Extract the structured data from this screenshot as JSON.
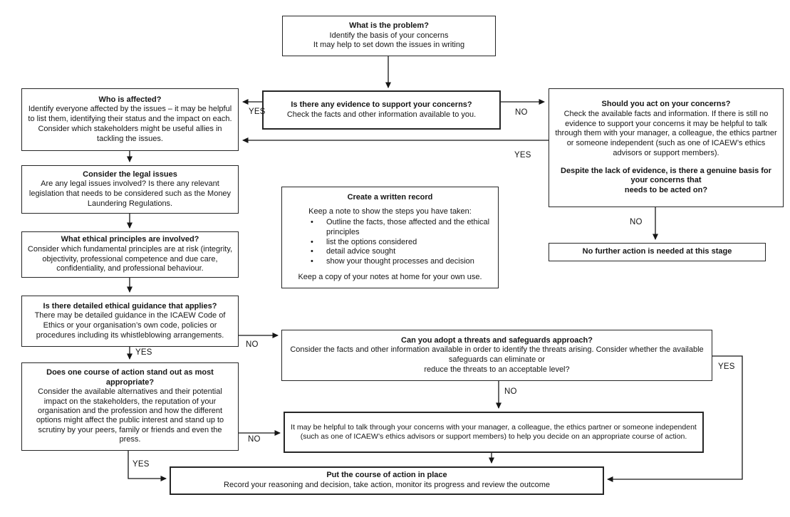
{
  "nodes": {
    "problem": {
      "title": "What is the problem?",
      "body": "Identify the basis of your concerns\nIt may help to set down the issues in writing"
    },
    "evidence": {
      "title": "Is there any evidence to support your concerns?",
      "body": "Check the facts and other information available to you."
    },
    "who": {
      "title": "Who is affected?",
      "body": "Identify everyone affected by the issues – it may be helpful to list them, identifying their status and the impact on each. Consider which stakeholders might be useful allies in tackling the issues."
    },
    "should": {
      "title": "Should you act on your concerns?",
      "body": "Check the available facts and information. If there is still no evidence to support your concerns it may be helpful to talk through them with your manager, a colleague, the ethics partner or someone independent (such as one of ICAEW’s ethics advisors or support members).",
      "question": "Despite the lack of evidence, is there a genuine basis for your concerns that\nneeds to be acted on?"
    },
    "legal": {
      "title": "Consider the legal issues",
      "body": "Are any legal issues involved? Is there any relevant legislation that needs to be considered such as the Money Laundering Regulations."
    },
    "principles": {
      "title": "What ethical principles are involved?",
      "body": "Consider which fundamental principles are at risk (integrity, objectivity, professional competence and due care, confidentiality, and professional behaviour."
    },
    "guidance": {
      "title": "Is there detailed ethical guidance that applies?",
      "body": "There may be detailed guidance in the ICAEW Code of Ethics or your organisation’s own code, policies or procedures including its whistleblowing arrangements."
    },
    "course": {
      "title": "Does one course of action stand out as most appropriate?",
      "body": "Consider the available alternatives and their potential impact on the stakeholders, the reputation of your organisation and the profession and how the different options might affect the public interest and stand up to scrutiny by your peers, family or friends and even the press."
    },
    "record": {
      "title": "Create a written record",
      "intro": "Keep a note to show the steps you have taken:",
      "bullets": [
        "Outline the facts, those affected and the ethical principles",
        "list the options considered",
        "detail advice sought",
        "show your thought processes and decision"
      ],
      "footer": "Keep a copy of your notes at home for your own use."
    },
    "threats": {
      "title": "Can you adopt a threats and safeguards approach?",
      "body": "Consider the facts and other information available in order to identify the threats arising. Consider whether the available safeguards can eliminate or\nreduce the threats to an acceptable level?"
    },
    "talk": {
      "body": "It may be helpful to talk through your concerns with your manager, a colleague, the ethics partner or someone independent (such as one of ICAEW’s ethics advisors or support members) to help you decide on an appropriate course of action."
    },
    "put": {
      "title": "Put the course of action in place",
      "body": "Record your reasoning and decision, take action, monitor its progress and review the outcome"
    },
    "no_further": {
      "title": "No further action is needed at this stage"
    }
  },
  "edge_labels": {
    "evidence_yes": "YES",
    "evidence_no": "NO",
    "act_return_yes": "YES",
    "act_no": "NO",
    "guidance_no": "NO",
    "guidance_yes": "YES",
    "course_no": "NO",
    "course_yes": "YES",
    "threats_no": "NO",
    "threats_yes": "YES"
  }
}
